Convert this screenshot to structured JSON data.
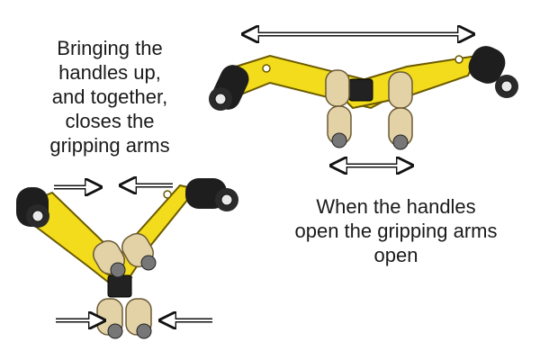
{
  "captions": {
    "closing": "Bringing the\nhandles up,\nand together,\ncloses the\ngripping arms",
    "opening": "When the handles\nopen the gripping arms\nopen"
  },
  "colors": {
    "arm_yellow": "#f2dc1c",
    "arm_outline": "#6b5a00",
    "grip_black": "#1e1e1e",
    "roller_tan": "#e3d2a6",
    "arrow_white": "#ffffff",
    "arrow_outline": "#111111"
  },
  "icons": {
    "double_arrow": "double-headed-arrow",
    "single_arrow": "single-headed-arrow"
  }
}
